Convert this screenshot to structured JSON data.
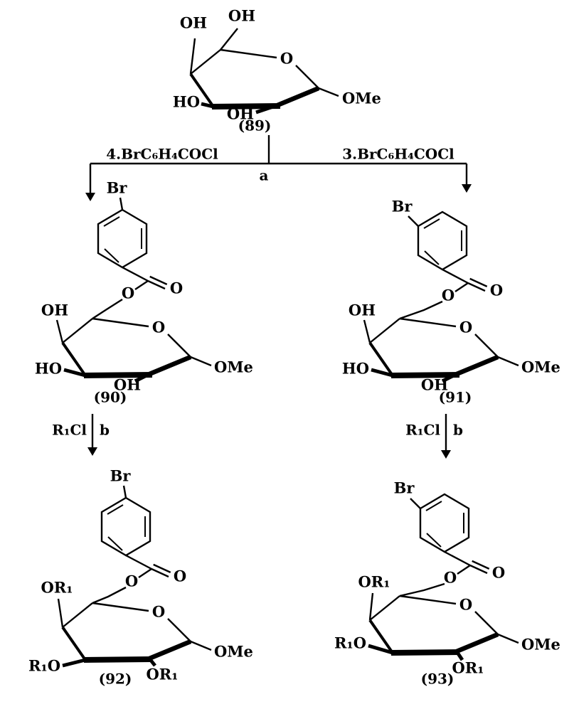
{
  "colors": {
    "ink": "#000000",
    "background": "#ffffff"
  },
  "compounds": {
    "c89": {
      "number": "(89)",
      "c4_label": "OH",
      "c6_label": "OH",
      "ring_o": "O",
      "c3_label": "HO",
      "c2_label": "OH",
      "anomeric_label": "OMe"
    },
    "c90": {
      "number": "(90)",
      "br": "Br",
      "ester_o": "O",
      "carbonyl_o": "O",
      "c4_label": "OH",
      "ring_o": "O",
      "c3_label": "HO",
      "c2_label": "OH",
      "anomeric_label": "OMe"
    },
    "c91": {
      "number": "(91)",
      "br": "Br",
      "ester_o": "O",
      "carbonyl_o": "O",
      "c4_label": "OH",
      "ring_o": "O",
      "c3_label": "HO",
      "c2_label": "OH",
      "anomeric_label": "OMe"
    },
    "c92": {
      "number": "(92)",
      "br": "Br",
      "ester_o": "O",
      "carbonyl_o": "O",
      "c4_label": "OR₁",
      "ring_o": "O",
      "c3_label": "R₁O",
      "c2_label": "OR₁",
      "anomeric_label": "OMe"
    },
    "c93": {
      "number": "(93)",
      "br": "Br",
      "ester_o": "O",
      "carbonyl_o": "O",
      "c4_label": "OR₁",
      "ring_o": "O",
      "c3_label": "R₁O",
      "c2_label": "OR₁",
      "anomeric_label": "OMe"
    }
  },
  "reactions": {
    "a": {
      "reagent_left": "4.BrC₆H₄COCl",
      "reagent_right": "3.BrC₆H₄COCl",
      "condition": "a"
    },
    "b_left": {
      "reagent": "R₁Cl",
      "condition": "b"
    },
    "b_right": {
      "reagent": "R₁Cl",
      "condition": "b"
    }
  }
}
